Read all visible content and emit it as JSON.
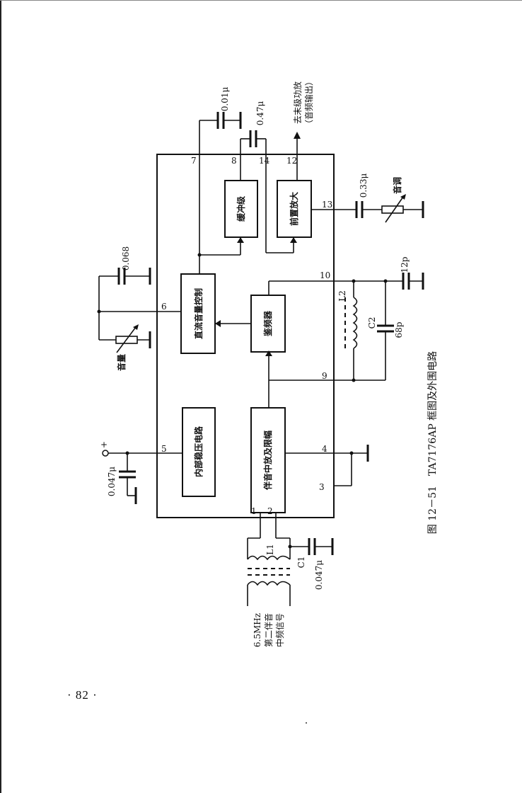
{
  "page_number": "· 82 ·",
  "caption": "图 12－51　TA7176AP 框图及外围电路",
  "blocks": {
    "regulator": "内部稳压电路",
    "if_amp_limiter": "伴音中放及限幅",
    "dc_volume": "直流音量控制",
    "detector": "鉴频器",
    "buffer": "缓冲级",
    "preamp": "前置放大"
  },
  "pins": [
    "1",
    "2",
    "3",
    "4",
    "5",
    "6",
    "7",
    "8",
    "9",
    "10",
    "12",
    "13",
    "14"
  ],
  "components": {
    "c_pin5": "0.047μ",
    "c_pin6": "0.068",
    "c_pin7": "0.01μ",
    "c_pin8_14": "0.47μ",
    "c_pin13": "0.33μ",
    "c_pin10": "12p",
    "c2_label": "C2",
    "c2_value": "68p",
    "l2_label": "L2",
    "l1_label": "L1",
    "c1_label": "C1",
    "c1_value": "0.047μ",
    "supply": "+"
  },
  "labels": {
    "volume": "音量",
    "tone": "音调",
    "output_line1": "去末级功放",
    "output_line2": "（音频输出）",
    "input_line1": "6.5MHz",
    "input_line2": "第二伴音",
    "input_line3": "中频信号"
  }
}
